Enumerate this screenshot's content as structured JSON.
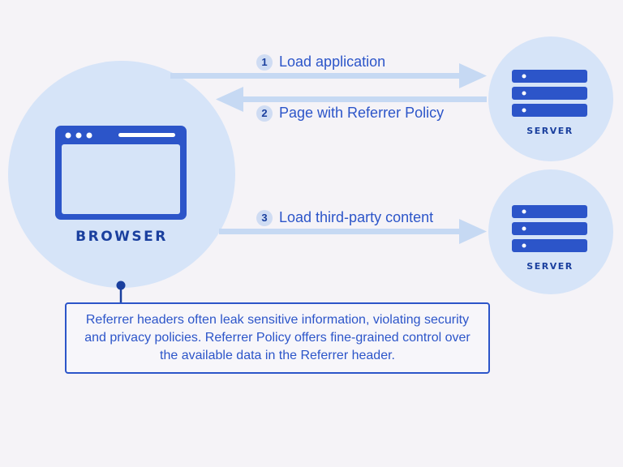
{
  "nodes": {
    "browser_label": "BROWSER",
    "server_top_label": "SERVER",
    "server_bottom_label": "SERVER"
  },
  "steps": [
    {
      "number": "1",
      "label": "Load application"
    },
    {
      "number": "2",
      "label": "Page with Referrer Policy"
    },
    {
      "number": "3",
      "label": "Load third-party content"
    }
  ],
  "note": {
    "text": "Referrer headers often leak sensitive information, violating security and privacy policies. Referrer Policy offers fine-grained control over the available data in the Referrer header."
  },
  "colors": {
    "background": "#f5f3f7",
    "circle": "#d6e4f8",
    "accent": "#2c55c9",
    "dark": "#1a3f9e",
    "arrow": "#c6d9f3"
  }
}
